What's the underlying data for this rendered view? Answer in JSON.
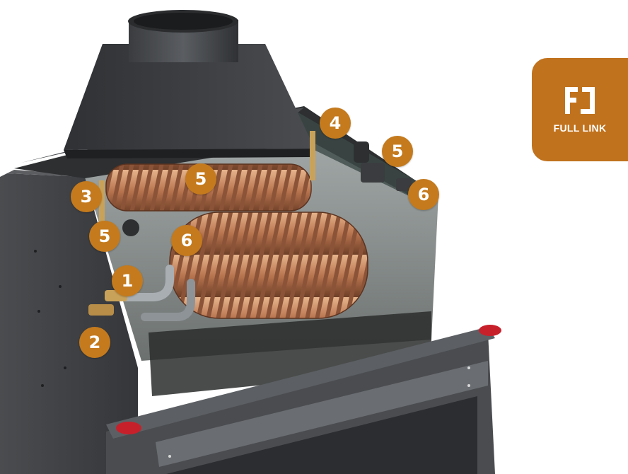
{
  "callouts": {
    "c1": "1",
    "c2": "2",
    "c3": "3",
    "c4": "4",
    "c5a": "5",
    "c5b": "5",
    "c5c": "5",
    "c6a": "6",
    "c6b": "6"
  },
  "logo": {
    "monogram": "FJ",
    "text": "FULL LINK",
    "color": "#c1721d"
  },
  "colors": {
    "callout": "#c47a1d",
    "body_dark": "#3e4043",
    "copper": "#b87a55"
  }
}
